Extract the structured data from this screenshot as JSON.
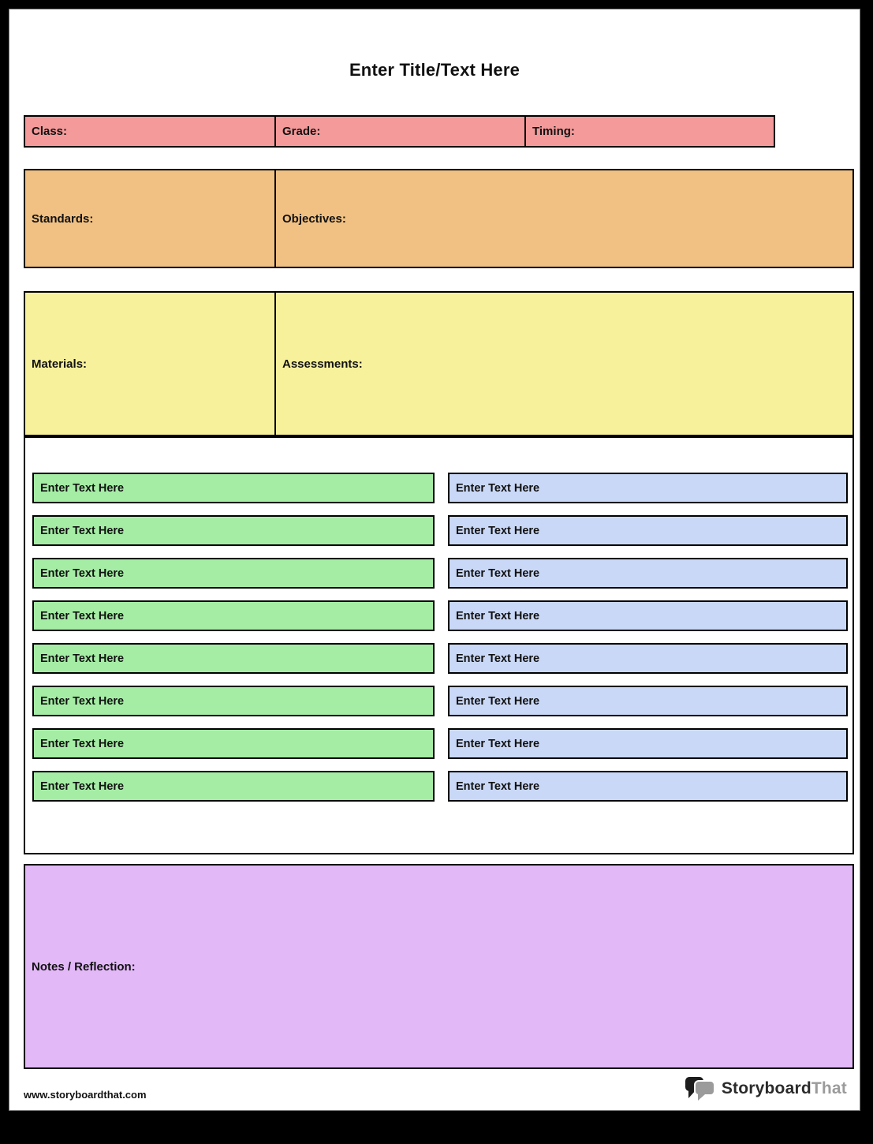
{
  "title": "Enter Title/Text Here",
  "colors": {
    "pink": "#F49A9A",
    "orange": "#F0C183",
    "yellow": "#F8F19C",
    "green": "#A5EDA5",
    "blue": "#C9D8F6",
    "purple": "#E2B8F7",
    "logo_dark": "#2B2B2B",
    "logo_gray": "#9B9B9B"
  },
  "header_row": {
    "class_label": "Class:",
    "grade_label": "Grade:",
    "timing_label": "Timing:"
  },
  "standards_row": {
    "standards_label": "Standards:",
    "objectives_label": "Objectives:"
  },
  "materials_row": {
    "materials_label": "Materials:",
    "assessments_label": "Assessments:"
  },
  "activities": {
    "left_boxes": [
      "Enter Text Here",
      "Enter Text Here",
      "Enter Text Here",
      "Enter Text Here",
      "Enter Text Here",
      "Enter Text Here",
      "Enter Text Here",
      "Enter Text Here"
    ],
    "right_boxes": [
      "Enter Text Here",
      "Enter Text Here",
      "Enter Text Here",
      "Enter Text Here",
      "Enter Text Here",
      "Enter Text Here",
      "Enter Text Here",
      "Enter Text Here"
    ]
  },
  "notes": {
    "label": "Notes / Reflection:"
  },
  "footer": {
    "url": "www.storyboardthat.com",
    "logo_text_primary": "Storyboard",
    "logo_text_secondary": "That"
  }
}
